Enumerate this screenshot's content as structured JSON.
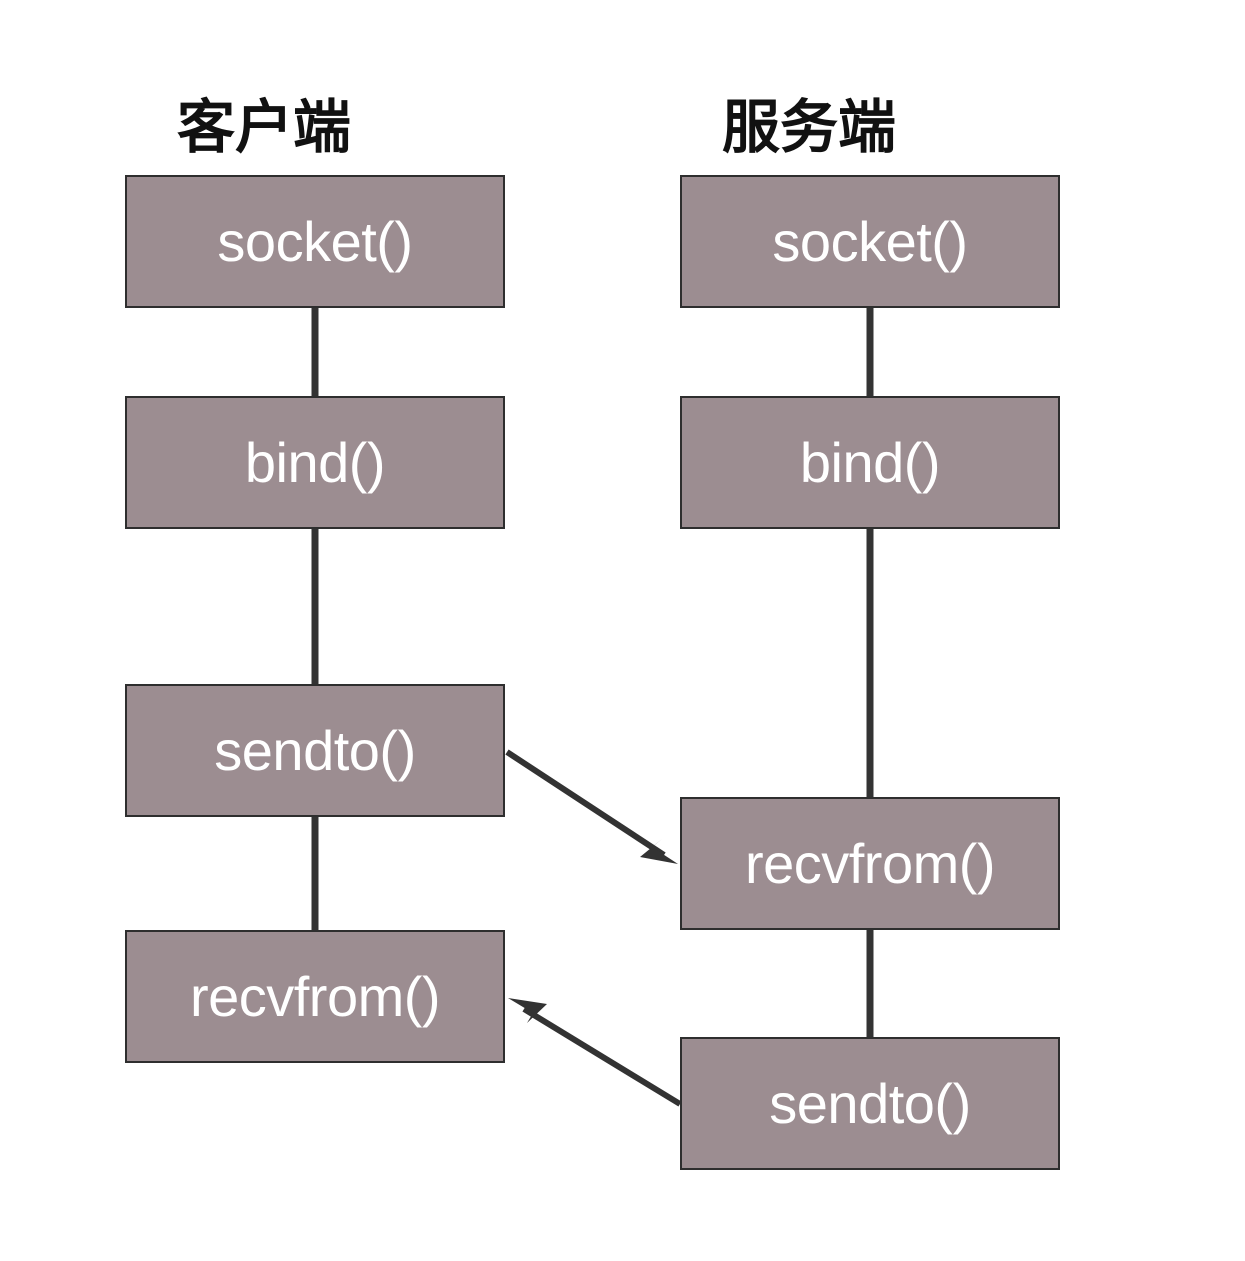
{
  "colors": {
    "box_fill": "#9c8d91",
    "box_border": "#2e2e2e",
    "connector": "#333333",
    "text_on_box": "#ffffff"
  },
  "client": {
    "title": "客户端",
    "steps": [
      "socket()",
      "bind()",
      "sendto()",
      "recvfrom()"
    ]
  },
  "server": {
    "title": "服务端",
    "steps": [
      "socket()",
      "bind()",
      "recvfrom()",
      "sendto()"
    ]
  },
  "arrows": [
    {
      "from": "client.sendto",
      "to": "server.recvfrom"
    },
    {
      "from": "server.sendto",
      "to": "client.recvfrom"
    }
  ]
}
